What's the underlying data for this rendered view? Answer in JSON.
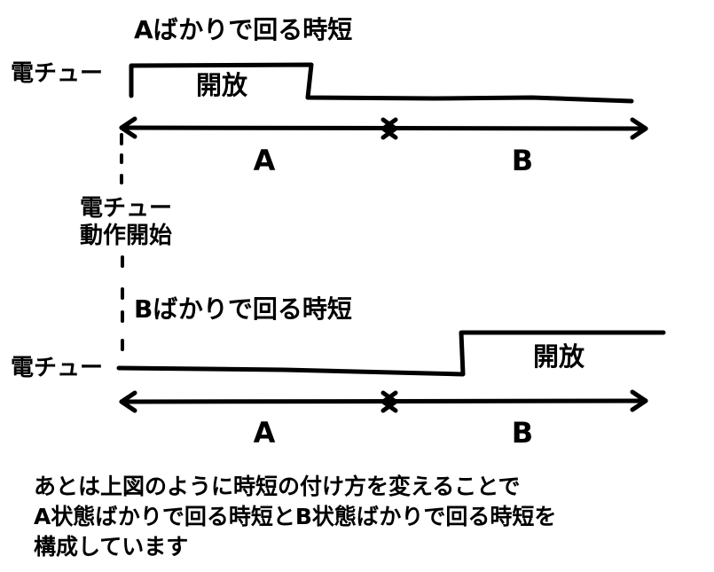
{
  "diagram_a": {
    "title": "Aばかりで回る時短",
    "row_label": "電チュー",
    "open_label": "開放",
    "seg_a": "A",
    "seg_b": "B"
  },
  "start_label": {
    "line1": "電チュー",
    "line2": "動作開始"
  },
  "diagram_b": {
    "title": "Bばかりで回る時短",
    "row_label": "電チュー",
    "open_label": "開放",
    "seg_a": "A",
    "seg_b": "B"
  },
  "footer": {
    "line1": "あとは上図のように時短の付け方を変えることで",
    "line2": "A状態ばかりで回る時短とB状態ばかりで回る時短を",
    "line3": "構成しています"
  },
  "colors": {
    "ink": "#000000",
    "background": "#ffffff"
  }
}
